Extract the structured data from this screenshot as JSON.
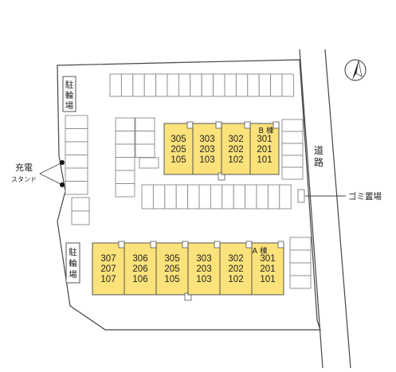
{
  "map": {
    "north_arrow_icon": "north-arrow-icon",
    "colors": {
      "building_fill": "#fbe27a",
      "building_stroke": "#555555",
      "outline": "#444444",
      "parking_stroke": "#888888"
    },
    "labels": {
      "bike_parking_top": "駐輪場",
      "bike_parking_bottom": "駐輪場",
      "charging_line1": "充電",
      "charging_line2": "スタンド",
      "road": "道路",
      "garbage": "ゴミ置場",
      "building_b": "B 棟",
      "building_a": "A 棟"
    },
    "building_b_units": [
      [
        "305",
        "205",
        "105"
      ],
      [
        "303",
        "203",
        "103"
      ],
      [
        "302",
        "202",
        "102"
      ],
      [
        "301",
        "201",
        "101"
      ]
    ],
    "building_a_units": [
      [
        "307",
        "207",
        "107"
      ],
      [
        "306",
        "206",
        "106"
      ],
      [
        "305",
        "205",
        "105"
      ],
      [
        "303",
        "203",
        "103"
      ],
      [
        "302",
        "202",
        "102"
      ],
      [
        "301",
        "201",
        "101"
      ]
    ]
  }
}
